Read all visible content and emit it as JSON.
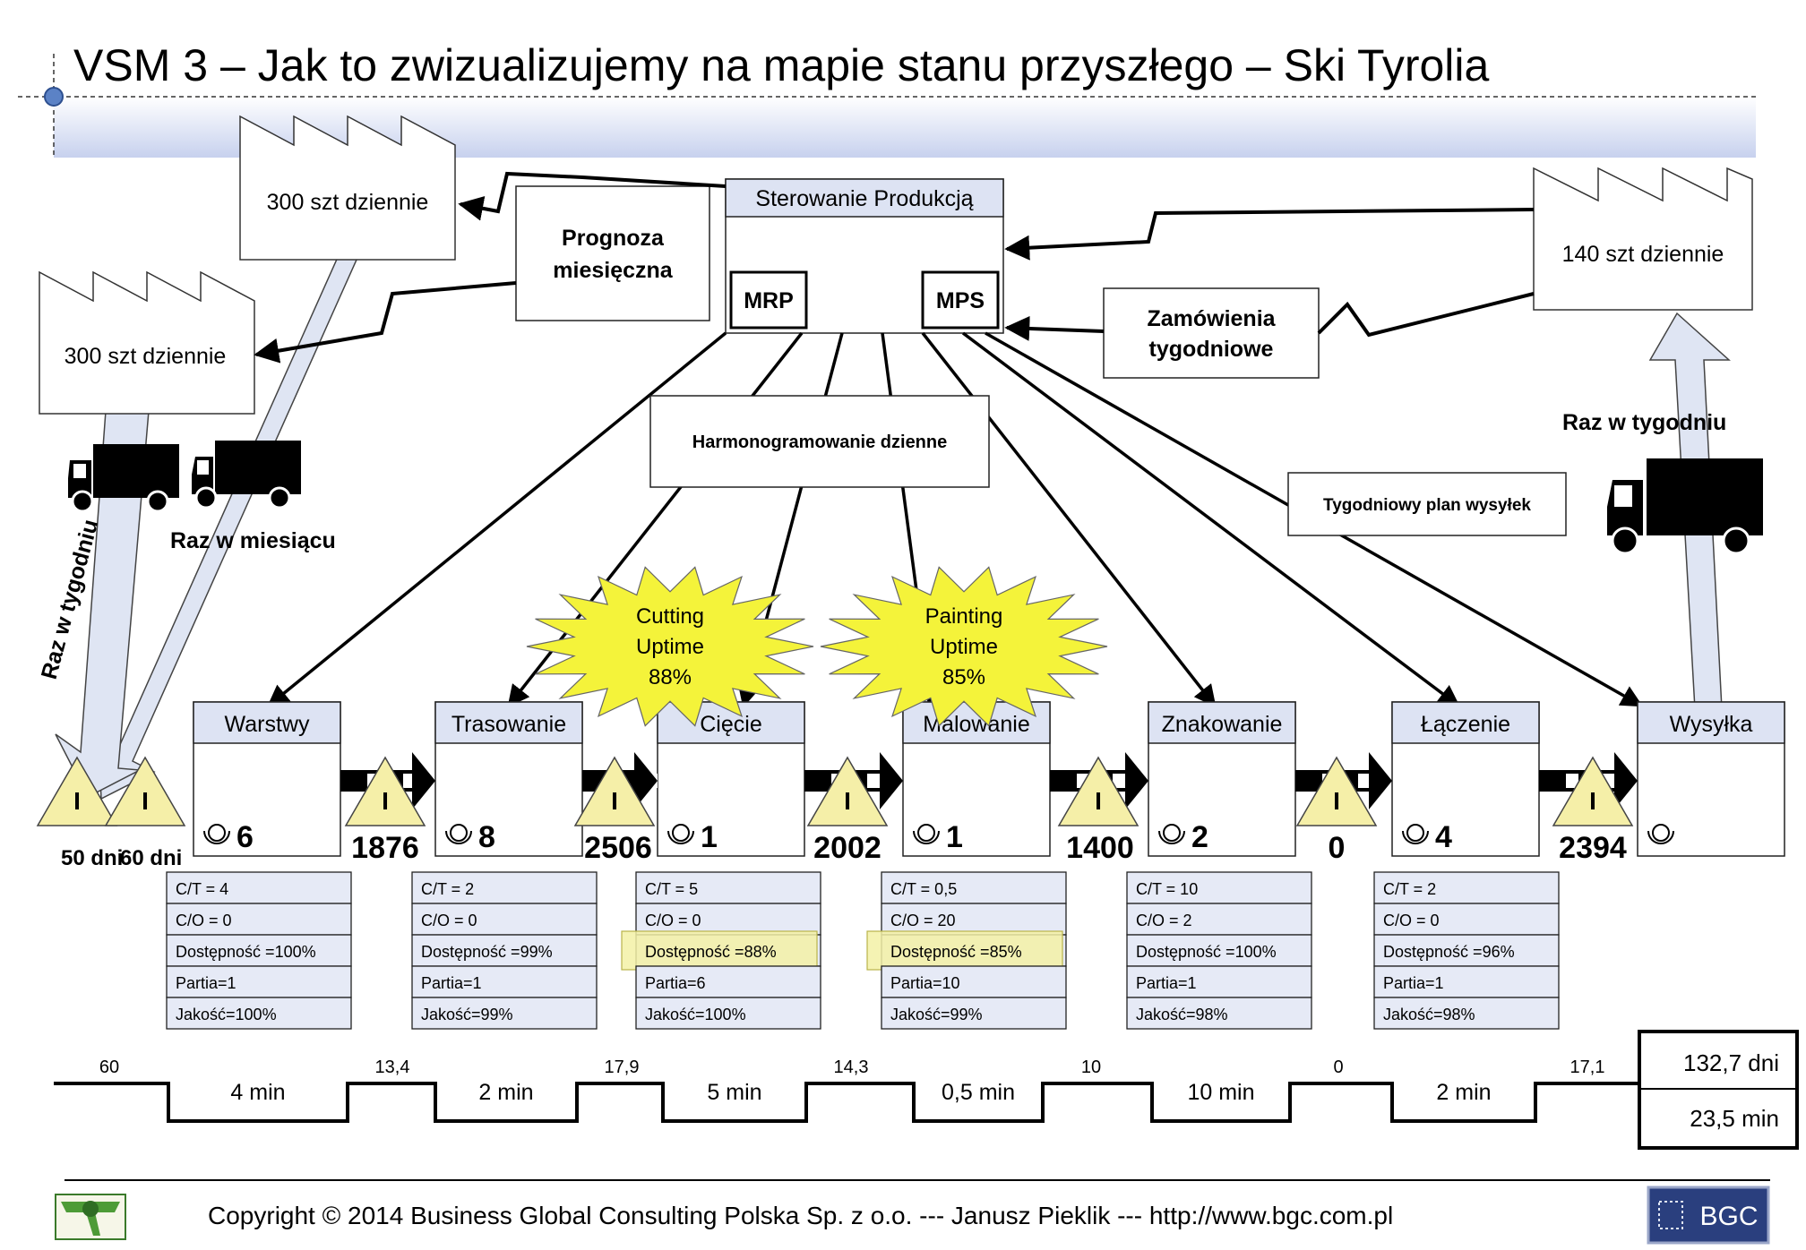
{
  "title": "VSM 3 – Jak to zwizualizujemy na mapie stanu przyszłego – Ski Tyrolia",
  "suppliers": [
    {
      "label": "300 szt dziennie"
    },
    {
      "label": "300 szt dziennie"
    }
  ],
  "customer": {
    "label": "140 szt dziennie"
  },
  "forecast": {
    "line1": "Prognoza",
    "line2": "miesięczna"
  },
  "production_control": {
    "title": "Sterowanie Produkcją",
    "mrp": "MRP",
    "mps": "MPS"
  },
  "weekly_orders": {
    "line1": "Zamówienia",
    "line2": "tygodniowe"
  },
  "daily_schedule": "Harmonogramowanie dzienne",
  "weekly_shipping_plan": "Tygodniowy plan wysyłek",
  "delivery_labels": {
    "supplier_weekly": "Raz w tygodniu",
    "supplier_monthly": "Raz w miesiącu",
    "customer_weekly": "Raz w tygodniu"
  },
  "bursts": [
    {
      "line1": "Cutting",
      "line2": "Uptime",
      "line3": "88%"
    },
    {
      "line1": "Painting",
      "line2": "Uptime",
      "line3": "85%"
    }
  ],
  "processes": [
    {
      "name": "Warstwy",
      "operators": "6"
    },
    {
      "name": "Trasowanie",
      "operators": "8"
    },
    {
      "name": "Cięcie",
      "operators": "1"
    },
    {
      "name": "Malowanie",
      "operators": "1"
    },
    {
      "name": "Znakowanie",
      "operators": "2"
    },
    {
      "name": "Łączenie",
      "operators": "4"
    },
    {
      "name": "Wysyłka",
      "operators": ""
    }
  ],
  "inventory_symbol": "I",
  "raw_inventory": [
    {
      "days": "50 dni"
    },
    {
      "days": "60 dni"
    }
  ],
  "inventories": [
    "1876",
    "2506",
    "2002",
    "1400",
    "0",
    "2394"
  ],
  "data_boxes": [
    {
      "rows": [
        "C/T = 4",
        "C/O = 0",
        "Dostępność =100%",
        "Partia=1",
        "Jakość=100%"
      ]
    },
    {
      "rows": [
        "C/T = 2",
        "C/O = 0",
        "Dostępność =99%",
        "Partia=1",
        "Jakość=99%"
      ]
    },
    {
      "rows": [
        "C/T = 5",
        "C/O = 0",
        "Dostępność =88%",
        "Partia=6",
        "Jakość=100%"
      ]
    },
    {
      "rows": [
        "C/T = 0,5",
        "C/O = 20",
        "Dostępność =85%",
        "Partia=10",
        "Jakość=99%"
      ]
    },
    {
      "rows": [
        "C/T = 10",
        "C/O = 2",
        "Dostępność =100%",
        "Partia=1",
        "Jakość=98%"
      ]
    },
    {
      "rows": [
        "C/T = 2",
        "C/O = 0",
        "Dostępność =96%",
        "Partia=1",
        "Jakość=98%"
      ]
    }
  ],
  "highlight_color": "#f3f1a6",
  "timeline": {
    "lead_times": [
      "60",
      "13,4",
      "17,9",
      "14,3",
      "10",
      "0",
      "17,1"
    ],
    "process_times": [
      "4 min",
      "2 min",
      "5 min",
      "0,5 min",
      "10 min",
      "2 min"
    ],
    "total_lead": "132,7 dni",
    "total_process": "23,5 min"
  },
  "footer": {
    "copyright": "Copyright © 2014 Business Global Consulting Polska Sp. z o.o.  --- Janusz Pieklik ---  http://www.bgc.com.pl",
    "logo_text": "BGC"
  },
  "colors": {
    "process_header": "#dde3f3",
    "data_box": "#e6eaf6",
    "inventory_fill": "#f5efa8",
    "burst_fill": "#f4f33a",
    "title_band": "#d7def2",
    "push_arrow_fill": "#dfe5f3"
  }
}
